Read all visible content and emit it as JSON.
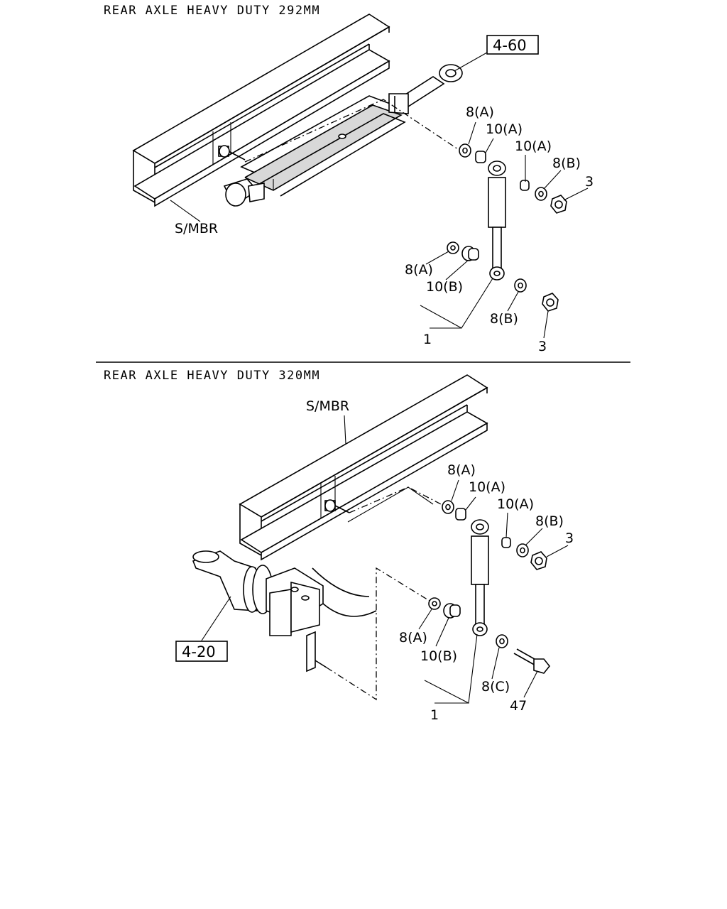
{
  "sections": [
    {
      "title": "REAR AXLE HEAVY DUTY 292MM",
      "ref_box": "4-60",
      "member_label": "S/MBR",
      "callouts": [
        "8(A)",
        "10(A)",
        "10(A)",
        "8(B)",
        "3",
        "8(A)",
        "10(B)",
        "8(B)",
        "3",
        "1"
      ]
    },
    {
      "title": "REAR AXLE HEAVY DUTY 320MM",
      "ref_box": "4-20",
      "member_label": "S/MBR",
      "callouts": [
        "8(A)",
        "10(A)",
        "10(A)",
        "8(B)",
        "3",
        "8(A)",
        "10(B)",
        "8(C)",
        "47",
        "1"
      ]
    }
  ]
}
